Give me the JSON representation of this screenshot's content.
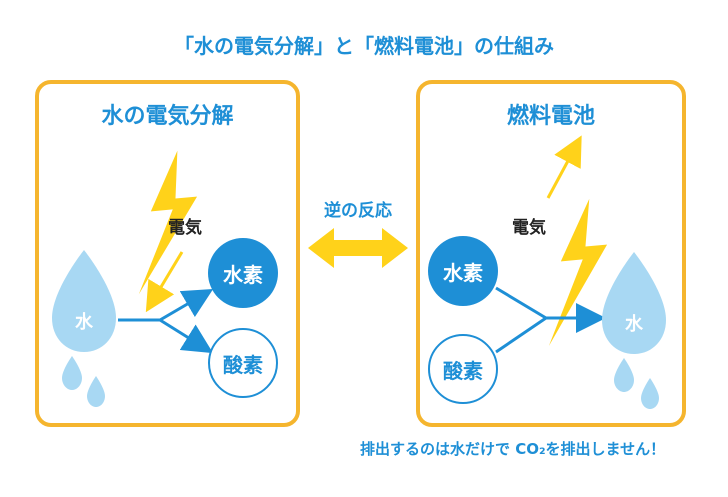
{
  "title": "「水の電気分解」と「燃料電池」の仕組み",
  "left_panel": {
    "title": "水の電気分解",
    "electricity": "電気",
    "water": "水",
    "hydrogen": "水素",
    "oxygen": "酸素"
  },
  "center": {
    "label": "逆の反応"
  },
  "right_panel": {
    "title": "燃料電池",
    "electricity": "電気",
    "hydrogen": "水素",
    "oxygen": "酸素",
    "water": "水"
  },
  "footer": "排出するのは水だけで CO₂を排出しません！",
  "colors": {
    "accent_blue": "#1e8fd6",
    "light_blue": "#a8d8f3",
    "frame_orange": "#f5b52e",
    "bolt_yellow": "#ffd21a"
  }
}
